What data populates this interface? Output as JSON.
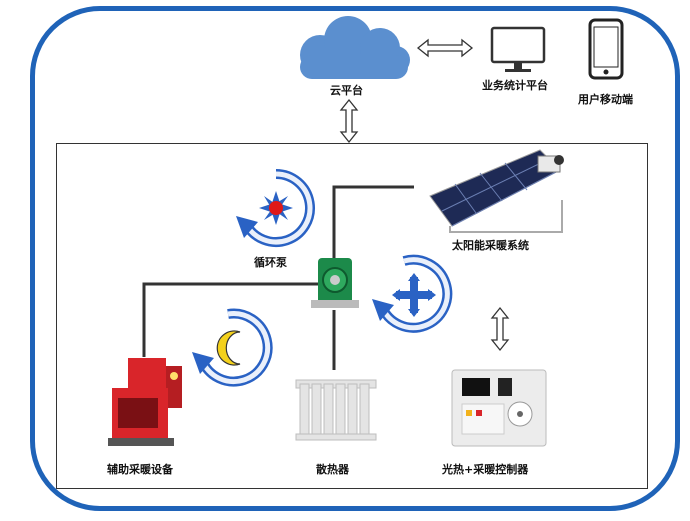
{
  "labels": {
    "cloud": "云平台",
    "stats_platform": "业务统计平台",
    "mobile": "用户移动端",
    "pump": "循环泵",
    "solar": "太阳能采暖系统",
    "aux": "辅助采暖设备",
    "radiator": "散热器",
    "controller": "光热+采暖控制器"
  },
  "colors": {
    "frame": "#1f63b8",
    "cycle_arrow": "#2a62c4",
    "cloud": "#5b8fcf",
    "pump_green": "#1c8a4a",
    "boiler_red": "#d9252a"
  }
}
